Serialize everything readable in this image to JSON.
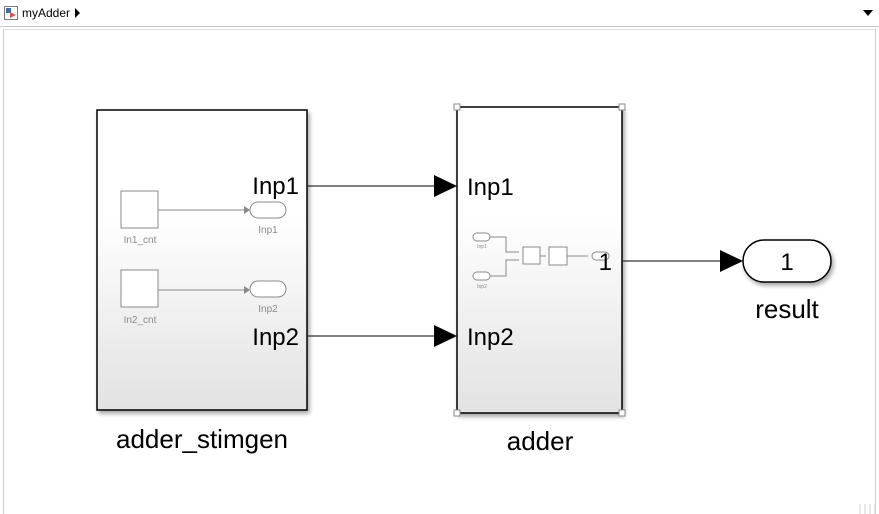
{
  "breadcrumb": {
    "model_name": "myAdder"
  },
  "blocks": {
    "stimgen": {
      "name": "adder_stimgen",
      "outport1": "Inp1",
      "outport2": "Inp2",
      "inner": {
        "const1_label": "In1_cnt",
        "const2_label": "In2_cnt",
        "out1_label": "Inp1",
        "out2_label": "Inp2"
      }
    },
    "adder": {
      "name": "adder",
      "inport1": "Inp1",
      "inport2": "Inp2",
      "outport1": "1",
      "inner": {
        "in1_label": "Inp1",
        "in2_label": "Inp2"
      }
    },
    "result": {
      "name": "result",
      "port_number": "1"
    }
  },
  "colors": {
    "block_border": "#000000",
    "block_gradient_top": "#ffffff",
    "block_gradient_bottom": "#e4e4e4",
    "inner_gray": "#7a7a7a",
    "signal_line": "#000000"
  }
}
